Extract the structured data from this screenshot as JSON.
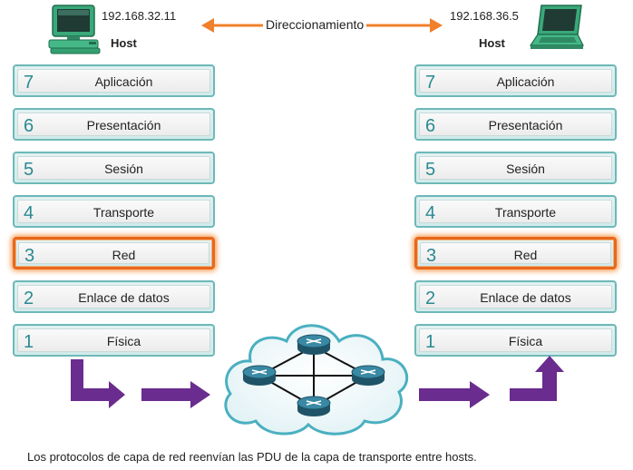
{
  "left_host": {
    "ip": "192.168.32.11",
    "label": "Host"
  },
  "right_host": {
    "ip": "192.168.36.5",
    "label": "Host"
  },
  "addressing_label": "Direccionamiento",
  "layers": [
    {
      "num": "7",
      "name": "Aplicación"
    },
    {
      "num": "6",
      "name": "Presentación"
    },
    {
      "num": "5",
      "name": "Sesión"
    },
    {
      "num": "4",
      "name": "Transporte"
    },
    {
      "num": "3",
      "name": "Red",
      "highlight": true
    },
    {
      "num": "2",
      "name": "Enlace de datos"
    },
    {
      "num": "1",
      "name": "Física"
    }
  ],
  "caption": "Los protocolos de capa de red reenvían las PDU de la capa de transporte entre hosts.",
  "colors": {
    "arrow_orange": "#f0802a",
    "flow_purple": "#6a2c8e",
    "highlight": "#e8681c",
    "layer_border": "#6fb8b8",
    "layer_number": "#2a8a92",
    "router": "#2f6f86",
    "cloud_border": "#4ab0c0"
  },
  "icons": {
    "left_host": "desktop-computer-icon",
    "right_host": "laptop-icon",
    "network": "network-cloud-icon",
    "routers": "router-icon"
  }
}
